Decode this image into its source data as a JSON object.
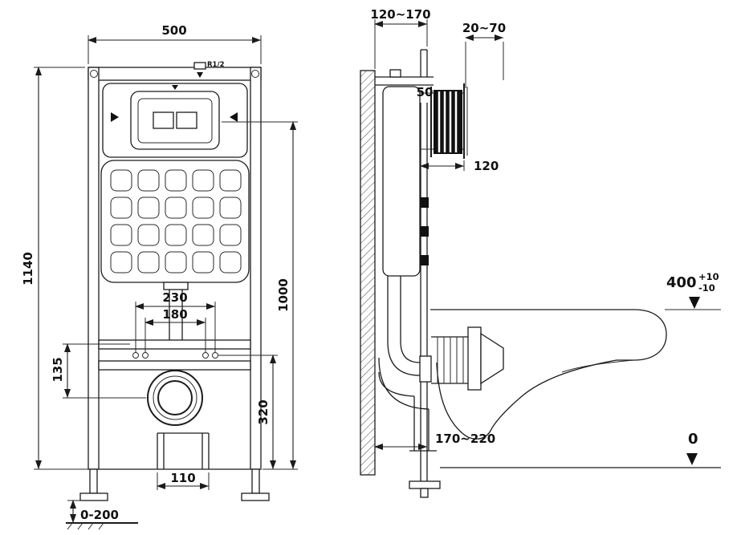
{
  "drawing": {
    "front": {
      "width_500": "500",
      "height_1140": "1140",
      "height_1000": "1000",
      "span_230": "230",
      "span_180": "180",
      "offset_135": "135",
      "height_320": "320",
      "width_110": "110",
      "foot_range": "0-200",
      "inlet_label": "R1/2"
    },
    "side": {
      "depth_range": "120~170",
      "plate_range": "20~70",
      "dim_50": "50",
      "dim_120": "120",
      "rim_400": "400",
      "tol_plus": "+10",
      "tol_minus": "-10",
      "floor_range": "170~220",
      "zero": "0"
    },
    "colors": {
      "line": "#1b1b1b",
      "background": "#ffffff"
    }
  }
}
